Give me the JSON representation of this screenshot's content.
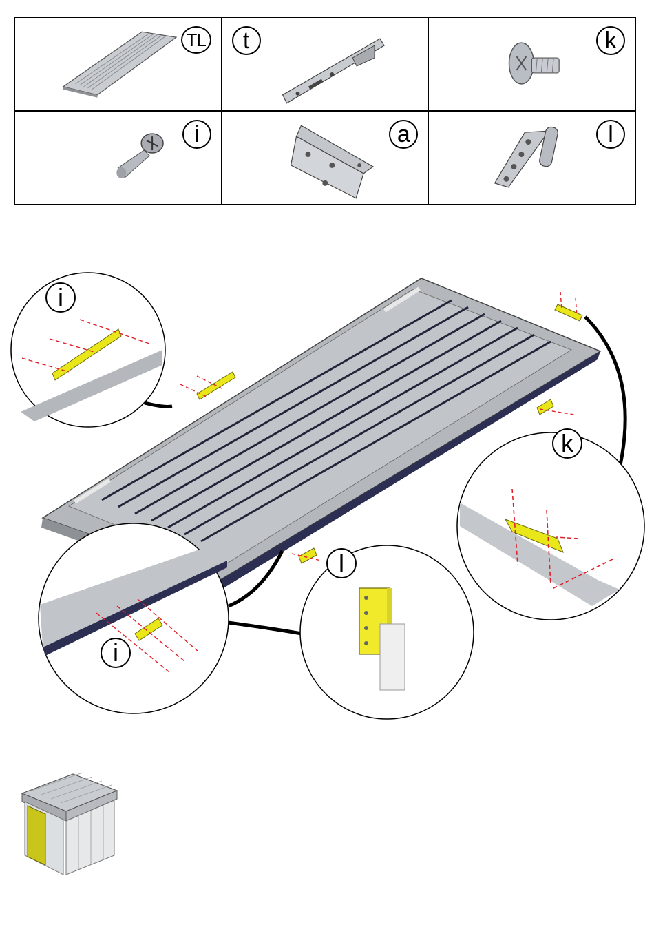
{
  "parts": [
    {
      "id": "TL",
      "label": "TL",
      "icon": "door-panel-icon"
    },
    {
      "id": "t",
      "label": "t",
      "icon": "strike-plate-icon"
    },
    {
      "id": "k",
      "label": "k",
      "icon": "pan-head-screw-icon"
    },
    {
      "id": "i",
      "label": "i",
      "icon": "countersunk-screw-icon"
    },
    {
      "id": "a",
      "label": "a",
      "icon": "angle-bracket-icon"
    },
    {
      "id": "l",
      "label": "l",
      "icon": "hinge-icon"
    }
  ],
  "diagram": {
    "callouts": {
      "top_left": "i",
      "right": "k",
      "bottom_left": "i",
      "bottom_center": "l"
    }
  },
  "colors": {
    "panel_gray": "#b4b8bc",
    "panel_edge": "#2c2f52",
    "highlight_yellow": "#e9e61a",
    "dash_red": "#e0202a"
  }
}
